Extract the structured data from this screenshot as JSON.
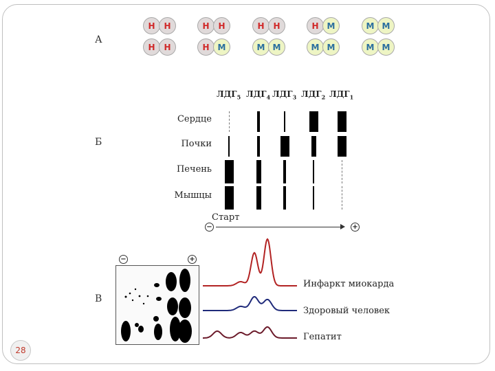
{
  "section_labels": {
    "a": "А",
    "b": "Б",
    "c": "В"
  },
  "tetramers": [
    [
      "Н",
      "Н",
      "Н",
      "Н"
    ],
    [
      "Н",
      "Н",
      "Н",
      "М"
    ],
    [
      "Н",
      "Н",
      "М",
      "М"
    ],
    [
      "Н",
      "М",
      "М",
      "М"
    ],
    [
      "М",
      "М",
      "М",
      "М"
    ]
  ],
  "isoenzymes": [
    {
      "prefix": "ЛДГ",
      "sub": "5"
    },
    {
      "prefix": "ЛДГ",
      "sub": "4"
    },
    {
      "prefix": "ЛДГ",
      "sub": "3"
    },
    {
      "prefix": "ЛДГ",
      "sub": "2"
    },
    {
      "prefix": "ЛДГ",
      "sub": "1"
    }
  ],
  "organs": [
    {
      "name": "Сердце",
      "bands": [
        0.5,
        2,
        1,
        4,
        4
      ]
    },
    {
      "name": "Почки",
      "bands": [
        1,
        2,
        4,
        3,
        4
      ]
    },
    {
      "name": "Печень",
      "bands": [
        4,
        3,
        2,
        1,
        0.5
      ]
    },
    {
      "name": "Мышцы",
      "bands": [
        4,
        3,
        2,
        1,
        0.5
      ]
    }
  ],
  "start_label": "Старт",
  "minus_sign": "−",
  "plus_sign": "+",
  "curves": [
    {
      "label": "Инфаркт миокарда",
      "color": "#b22222"
    },
    {
      "label": "Здоровый человек",
      "color": "#1f2a7a"
    },
    {
      "label": "Гепатит",
      "color": "#6b1a2a"
    }
  ],
  "page_number": "28"
}
